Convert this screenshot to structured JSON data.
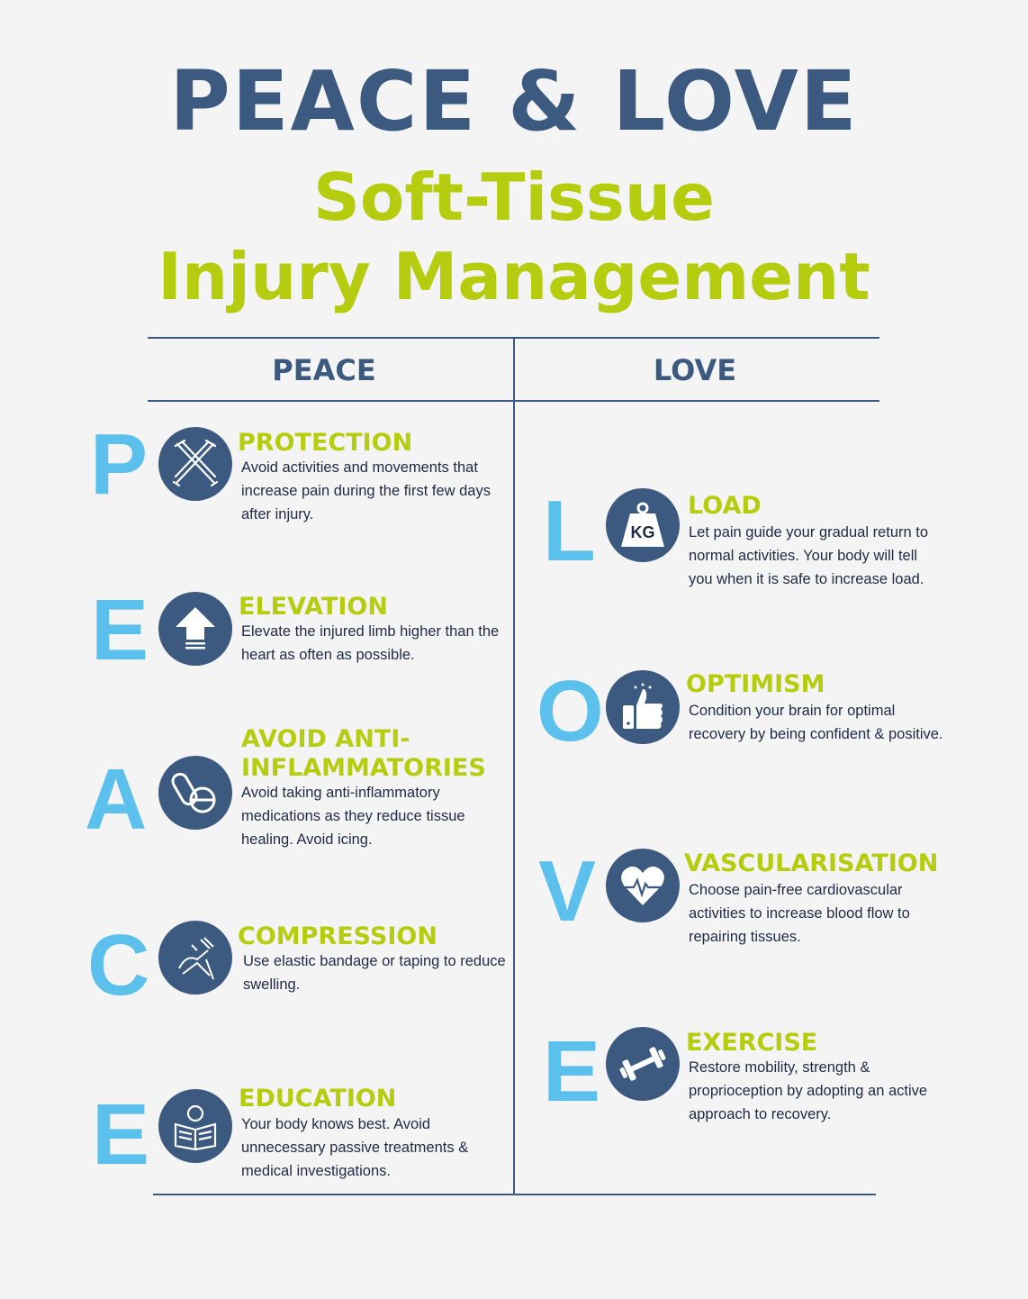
{
  "title": "PEACE & LOVE",
  "subtitle_line1": "Soft-Tissue",
  "subtitle_line2": "Injury Management",
  "colors": {
    "navy": "#3c5a80",
    "lime": "#b5cc0f",
    "letter_blue": "#5bc0eb",
    "background": "#f4f4f4"
  },
  "columns": {
    "peace": "PEACE",
    "love": "LOVE"
  },
  "peace": [
    {
      "letter": "P",
      "title": "PROTECTION",
      "icon": "crutches-icon",
      "text": "Avoid activities and movements that increase pain during the first few days after injury."
    },
    {
      "letter": "E",
      "title": "ELEVATION",
      "icon": "arrow-up-icon",
      "text": "Elevate the injured limb higher than the heart as often as possible."
    },
    {
      "letter": "A",
      "title": "AVOID ANTI-\nINFLAMMATORIES",
      "icon": "pills-icon",
      "text": "Avoid taking anti-inflammatory medications as they reduce tissue healing. Avoid icing."
    },
    {
      "letter": "C",
      "title": "COMPRESSION",
      "icon": "bandage-icon",
      "text": "Use elastic bandage or taping to reduce swelling."
    },
    {
      "letter": "E",
      "title": "EDUCATION",
      "icon": "book-icon",
      "text": "Your body knows best. Avoid unnecessary passive treatments & medical investigations."
    }
  ],
  "love": [
    {
      "letter": "L",
      "title": "LOAD",
      "icon": "kg-weight-icon",
      "icon_text": "KG",
      "text": "Let pain guide your gradual return to normal activities. Your body will tell you when it is safe to increase load."
    },
    {
      "letter": "O",
      "title": "OPTIMISM",
      "icon": "thumbs-up-icon",
      "text": "Condition your brain for optimal recovery by being confident & positive."
    },
    {
      "letter": "V",
      "title": "VASCULARISATION",
      "icon": "heart-pulse-icon",
      "text": "Choose pain-free cardiovascular activities to increase blood flow to repairing tissues."
    },
    {
      "letter": "E",
      "title": "EXERCISE",
      "icon": "dumbbell-icon",
      "text": "Restore mobility, strength & proprioception by adopting an active approach to recovery."
    }
  ]
}
